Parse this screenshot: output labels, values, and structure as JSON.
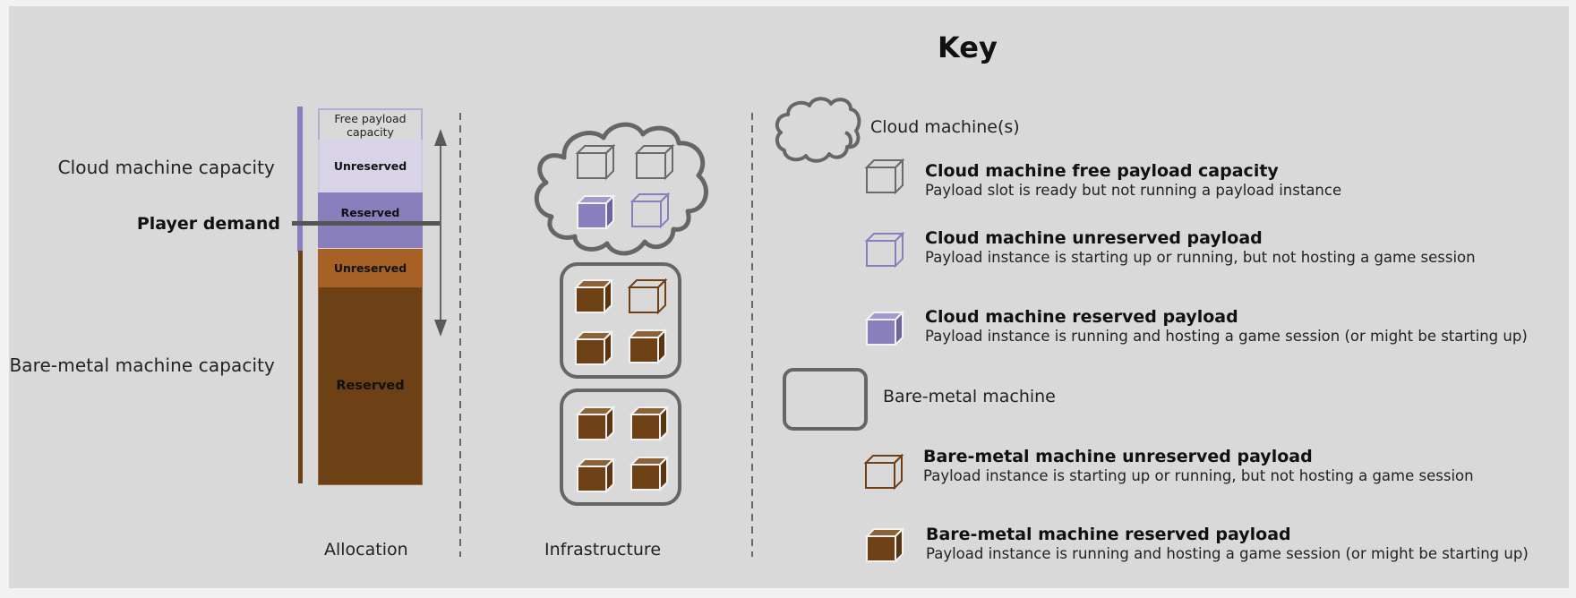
{
  "allocation": {
    "label": "Allocation",
    "cloud_capacity_label": "Cloud machine capacity",
    "bare_metal_capacity_label": "Bare-metal machine capacity",
    "player_demand_label": "Player demand",
    "segments": [
      {
        "id": "cloud-free",
        "label": "Free payload capacity",
        "color": "#d9d9d9",
        "border": "#a99fd4"
      },
      {
        "id": "cloud-unreserved",
        "label": "Unreserved",
        "color": "#d8d3e6"
      },
      {
        "id": "cloud-reserved",
        "label": "Reserved",
        "color": "#8a7fbd"
      },
      {
        "id": "bare-unreserved",
        "label": "Unreserved",
        "color": "#a86125"
      },
      {
        "id": "bare-reserved",
        "label": "Reserved",
        "color": "#6e4016"
      }
    ]
  },
  "infrastructure": {
    "label": "Infrastructure",
    "cloud_payloads": [
      "free",
      "free",
      "reserved",
      "unreserved"
    ],
    "bare_metal_machines": [
      [
        "reserved",
        "unreserved",
        "reserved",
        "reserved"
      ],
      [
        "reserved",
        "reserved",
        "reserved",
        "reserved"
      ]
    ]
  },
  "key": {
    "title": "Key",
    "cloud_machine": "Cloud machine(s)",
    "bare_metal_machine": "Bare-metal machine",
    "items": [
      {
        "type": "cloud-free",
        "title": "Cloud machine free payload capacity",
        "desc": "Payload slot is ready but not running a payload instance"
      },
      {
        "type": "cloud-unreserved",
        "title": "Cloud machine unreserved payload",
        "desc": "Payload instance is starting up or running, but not hosting a game session"
      },
      {
        "type": "cloud-reserved",
        "title": "Cloud machine reserved payload",
        "desc": "Payload instance is running and hosting a game session (or might be starting up)"
      },
      {
        "type": "bare-unreserved",
        "title": "Bare-metal machine unreserved payload",
        "desc": "Payload instance is starting up or running, but not hosting a game session"
      },
      {
        "type": "bare-reserved",
        "title": "Bare-metal machine reserved payload",
        "desc": "Payload instance is running and hosting a game session (or might be starting up)"
      }
    ]
  },
  "colors": {
    "background": "#d9d9d9",
    "outline_gray": "#666666",
    "cloud_purple": "#8a7fbd",
    "cloud_light": "#d8d3e6",
    "bare_orange": "#a86125",
    "bare_brown": "#6e4016"
  }
}
